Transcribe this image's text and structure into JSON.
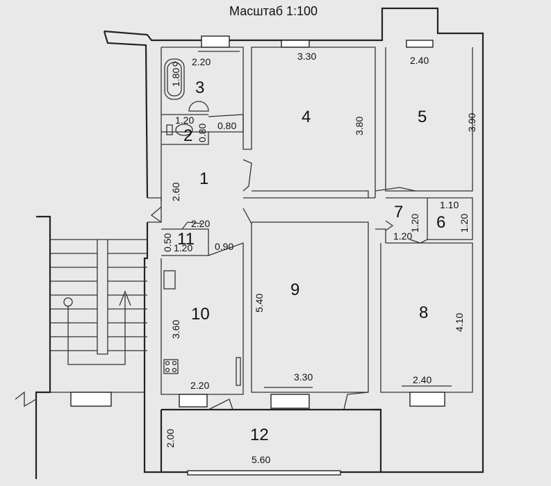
{
  "title": "Масштаб 1:100",
  "rooms": {
    "r1": "1",
    "r2": "2",
    "r3": "3",
    "r4": "4",
    "r5": "5",
    "r6": "6",
    "r7": "7",
    "r8": "8",
    "r9": "9",
    "r10": "10",
    "r11": "11",
    "r12": "12"
  },
  "dims": {
    "d_3_w": "2.20",
    "d_3_h": "1.80",
    "d_2_w": "1.20",
    "d_2_h": "0.80",
    "d_door": "0.80",
    "d_4_w": "3.30",
    "d_4_h": "3.80",
    "d_5_w": "2.40",
    "d_5_h": "3.90",
    "d_1_h": "2.60",
    "d_1_w": "2.20",
    "d_11_h": "0.50",
    "d_11_w": "1.20",
    "d_11_d": "0.90",
    "d_7_h": "1.20",
    "d_7_w": "1.20",
    "d_6_w": "1.10",
    "d_6_h": "1.20",
    "d_9_h": "5.40",
    "d_9_w": "3.30",
    "d_10_h": "3.60",
    "d_10_w": "2.20",
    "d_8_h": "4.10",
    "d_8_w": "2.40",
    "d_12_h": "2.00",
    "d_12_w": "5.60"
  }
}
